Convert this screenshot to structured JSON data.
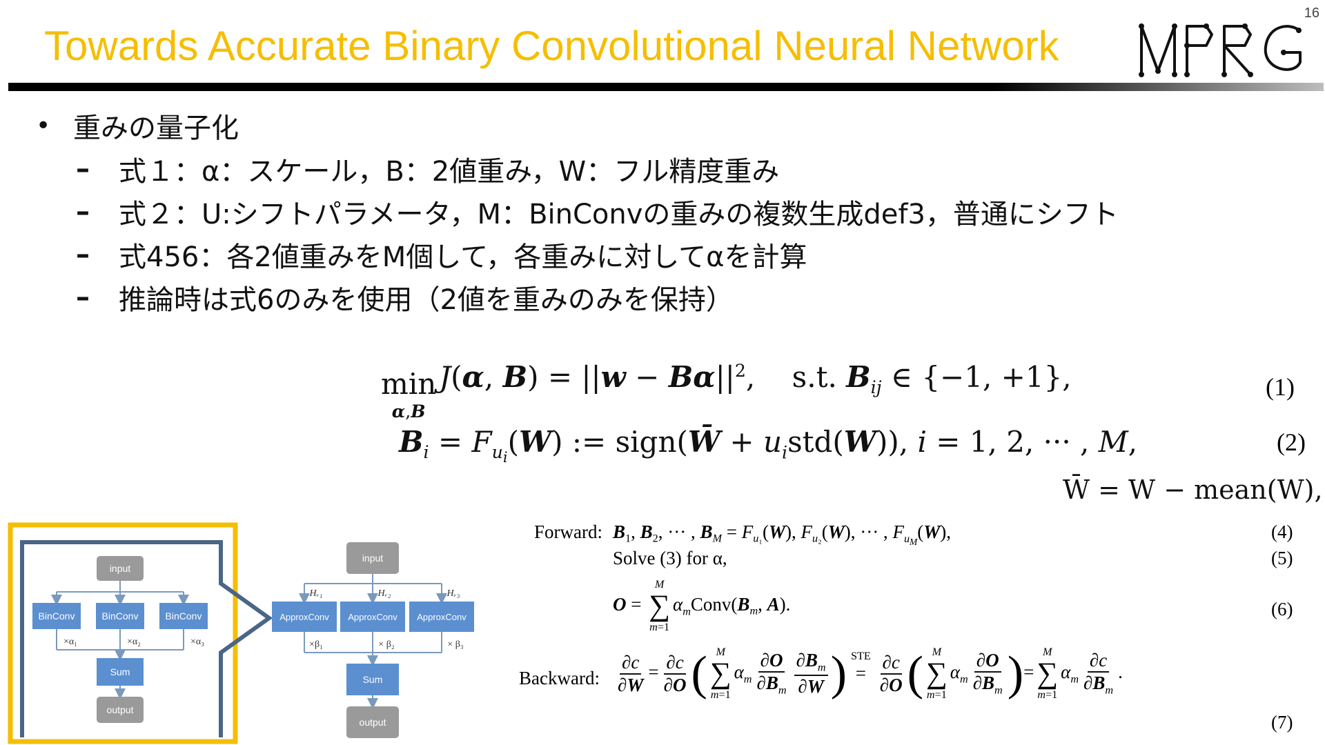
{
  "slide_number": "16",
  "title": "Towards Accurate Binary Convolutional Neural Network",
  "logo_text": "MPRG",
  "bullets": {
    "main": "重みの量子化",
    "subs": [
      "式１：α：スケール，B：2値重み，W：フル精度重み",
      "式２：U:シフトパラメータ，M：BinConvの重みの複数生成def3，普通にシフト",
      "式456：各2値重みをM個して，各重みに対してαを計算",
      "推論時は式6のみを使用（2値を重みのみを保持）"
    ]
  },
  "equations": {
    "eq1_num": "(1)",
    "eq2_num": "(2)",
    "eq3_text": "W̄ = W − mean(W),",
    "forward_label": "Forward:",
    "solve_text": "Solve (3) for α,",
    "backward_label": "Backward:",
    "ste": "STE",
    "eq4_num": "(4)",
    "eq5_num": "(5)",
    "eq6_num": "(6)",
    "eq7_num": "(7)"
  },
  "diagram": {
    "left": {
      "input": "input",
      "binconv": [
        "BinConv",
        "BinConv",
        "BinConv"
      ],
      "scales": [
        "×α₁",
        "×α₂",
        "×α₃"
      ],
      "sum": "Sum",
      "output": "output"
    },
    "right": {
      "input": "input",
      "approx": [
        "ApproxConv",
        "ApproxConv",
        "ApproxConv"
      ],
      "hlabels": [
        "Hᵥ₁",
        "Hᵥ₂",
        "Hᵥ₃"
      ],
      "scales": [
        "×β₁",
        "× β₂",
        "× β₃"
      ],
      "sum": "Sum",
      "output": "output"
    }
  },
  "colors": {
    "title": "#f5be00",
    "highlight": "#f5be00",
    "node_blue": "#5b8fd0",
    "node_gray": "#9a9a9a",
    "connector": "#4a6585"
  }
}
